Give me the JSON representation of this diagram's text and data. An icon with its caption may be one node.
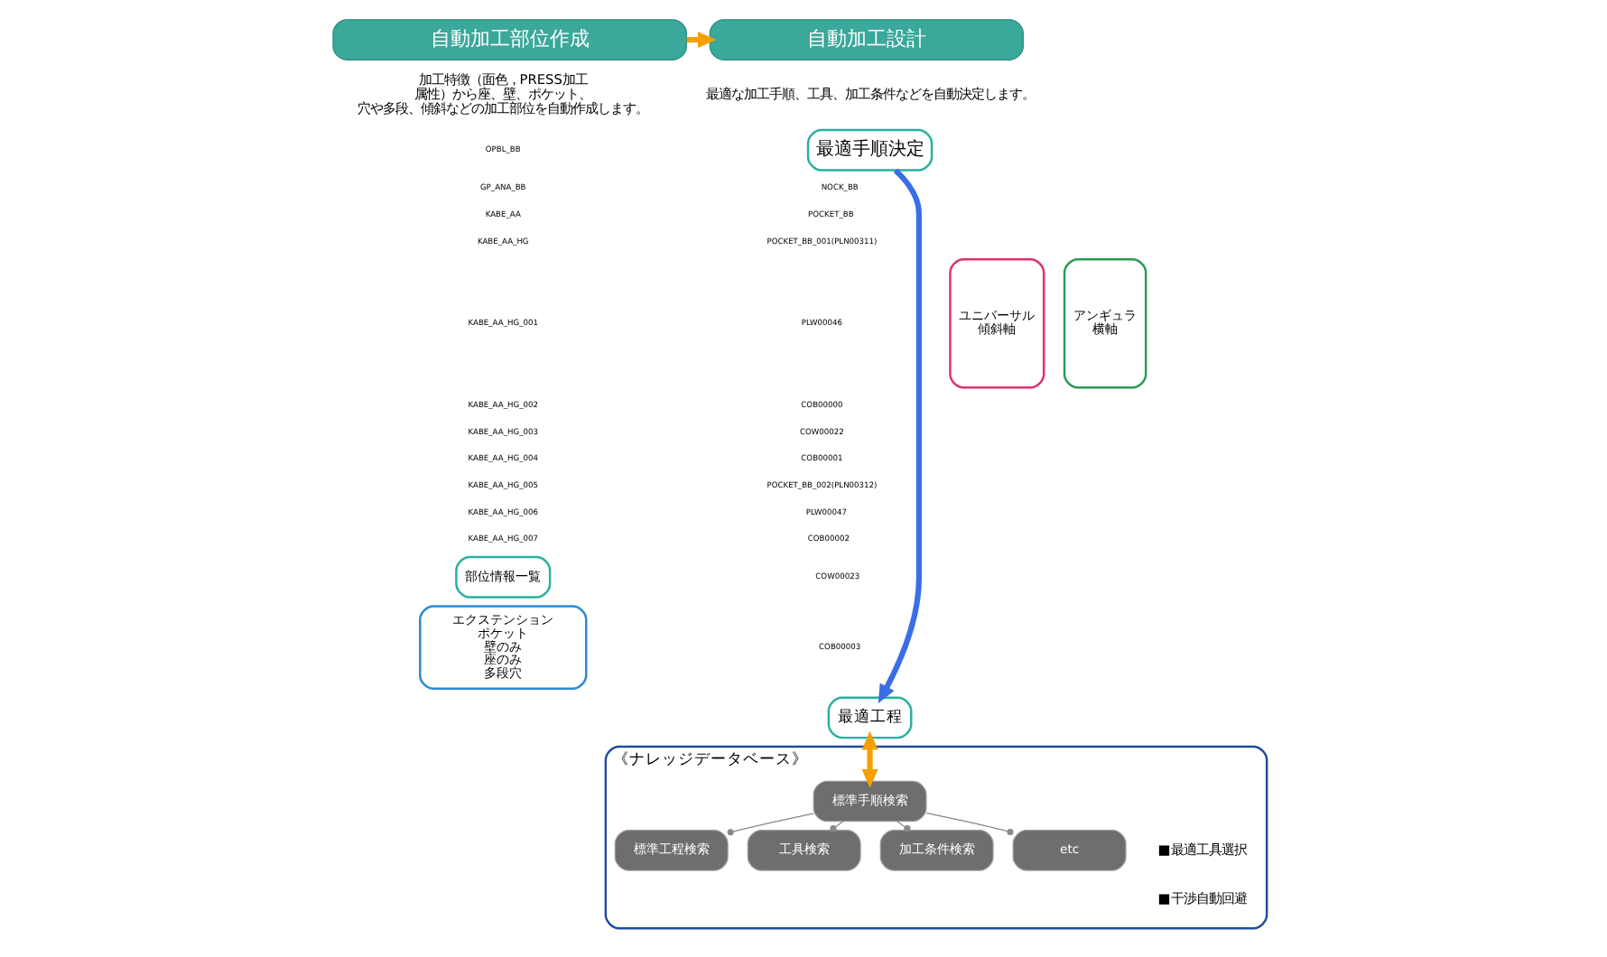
{
  "diagram": {
    "nodes": [
      {
        "text": [
          "自動加工部位作成"
        ]
      },
      {
        "text": [
          "部位情報一覧"
        ]
      },
      {
        "text": [
          "ユニバーサル",
          "傾斜軸"
        ]
      },
      {
        "text": [
          "アンギュラ",
          "横軸"
        ]
      },
      {
        "text": [
          "エクステンション",
          "ポケット",
          "壁のみ",
          "座のみ",
          "多段穴"
        ]
      },
      {
        "text": [
          "自動加工設計"
        ]
      },
      {
        "text": [
          "最適手順決定"
        ]
      },
      {
        "text": [
          "最適工程"
        ]
      },
      {
        "text": [
          "《ナレッジデータベース》"
        ]
      },
      {
        "text": [
          "標準手順検索"
        ],
        "in": 8
      },
      {
        "text": [
          "標準工程検索"
        ],
        "in": 8
      },
      {
        "text": [
          "工具検索"
        ],
        "in": 8
      },
      {
        "text": [
          "加工条件検索"
        ],
        "in": 8
      },
      {
        "text": [
          "etc"
        ],
        "in": 8
      }
    ],
    "edges": [
      {
        "from": 0,
        "to": 5,
        "arrow": "to",
        "style": "thick",
        "color": "#f5a000"
      },
      {
        "from": 6,
        "to": 7,
        "arrow": "to",
        "style": "thick",
        "color": "#3a6ee8"
      },
      {
        "from": 7,
        "to": 9,
        "arrow": "both",
        "style": "thick",
        "color": "#f5a000"
      },
      {
        "from": 9,
        "to": 10,
        "arrow": "other"
      },
      {
        "from": 9,
        "to": 11,
        "arrow": "other"
      },
      {
        "from": 9,
        "to": 12,
        "arrow": "other"
      },
      {
        "from": 9,
        "to": 13,
        "arrow": "other"
      }
    ],
    "labels": [
      "加工特徴（面色，PRESS加工属性）から座、壁、ポケット、穴や多段、傾斜などの加工部位を自動作成します。",
      "最適な加工手順、工具、加工条件などを自動決定します。",
      "OPBL_BB",
      "GP_ANA_BB",
      "KABE_AA",
      "KABE_AA_HG",
      "KABE_AA_HG_001",
      "KABE_AA_HG_002",
      "KABE_AA_HG_003",
      "KABE_AA_HG_004",
      "KABE_AA_HG_005",
      "KABE_AA_HG_006",
      "KABE_AA_HG_007",
      "NOCK_BB",
      "POCKET_BB",
      "POCKET_BB_001(PLN00311)",
      "PLW00046",
      "COB00000",
      "COW00022",
      "COB00001",
      "POCKET_BB_002(PLN00312)",
      "PLW00047",
      "COB00002",
      "COW00023",
      "COB00003",
      "■最適工具選択",
      "■干渉自動回避"
    ]
  }
}
